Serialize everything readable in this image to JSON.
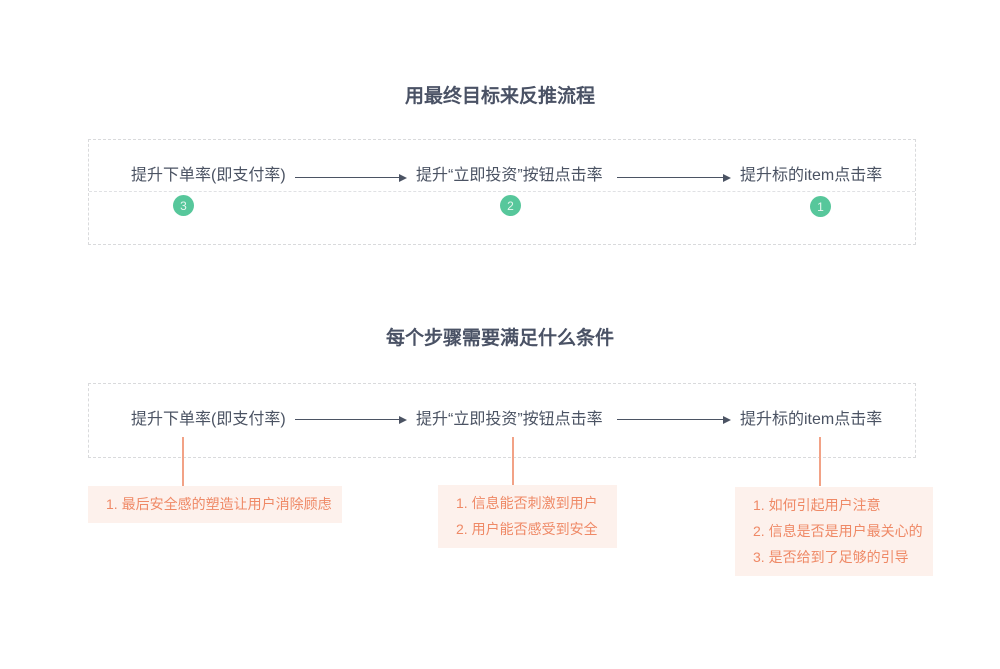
{
  "page": {
    "background": "#ffffff",
    "text_color": "#4b5363",
    "accent_green": "#57c79b",
    "accent_orange": "#ef8966",
    "note_background": "#fdf1ec",
    "dashed_border_color": "#d9dadc"
  },
  "sections": [
    {
      "title": "用最终目标来反推流程",
      "steps": [
        {
          "label": "提升下单率(即支付率)",
          "badge": "3"
        },
        {
          "label": "提升“立即投资”按钮点击率",
          "badge": "2"
        },
        {
          "label": "提升标的item点击率",
          "badge": "1"
        }
      ]
    },
    {
      "title": "每个步骤需要满足什么条件",
      "steps": [
        {
          "label": "提升下单率(即支付率)",
          "notes": [
            "1. 最后安全感的塑造让用户消除顾虑"
          ]
        },
        {
          "label": "提升“立即投资”按钮点击率",
          "notes": [
            "1. 信息能否刺激到用户",
            "2. 用户能否感受到安全"
          ]
        },
        {
          "label": "提升标的item点击率",
          "notes": [
            "1. 如何引起用户注意",
            "2. 信息是否是用户最关心的",
            "3. 是否给到了足够的引导"
          ]
        }
      ]
    }
  ]
}
